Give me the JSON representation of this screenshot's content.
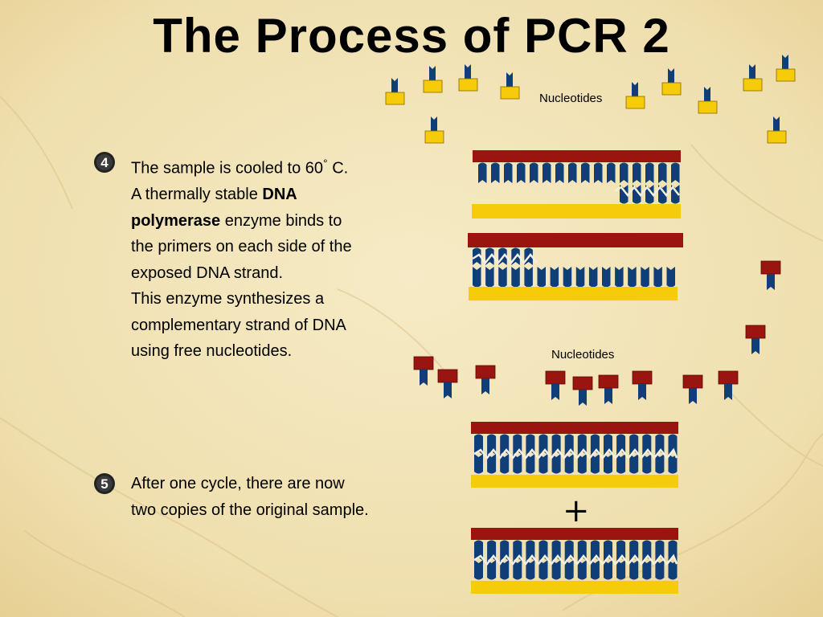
{
  "slide": {
    "title": "The Process of PCR 2",
    "step4": {
      "number": "4",
      "line1_a": "The sample is cooled to 60",
      "degree": "°",
      "line1_b": " C.",
      "line2_a": "A thermally stable ",
      "line2_bold": "DNA",
      "line3_bold": "polymerase",
      "line3_b": " enzyme binds to",
      "line4": "the primers on each side of the",
      "line5": "exposed DNA strand.",
      "line6": "This enzyme synthesizes a",
      "line7": "complementary strand of DNA",
      "line8": "using free nucleotides."
    },
    "step5": {
      "number": "5",
      "line1": "After one cycle, there are now",
      "line2": "two copies of the original sample."
    },
    "diagram": {
      "label_top": "Nucleotides",
      "label_mid": "Nucleotides",
      "plus": "+"
    },
    "colors": {
      "strand_red": "#9a1410",
      "strand_yellow": "#f6cc0a",
      "base_blue": "#103e78",
      "bond_white": "#f4efe2",
      "background": "#f1e2b4"
    }
  }
}
